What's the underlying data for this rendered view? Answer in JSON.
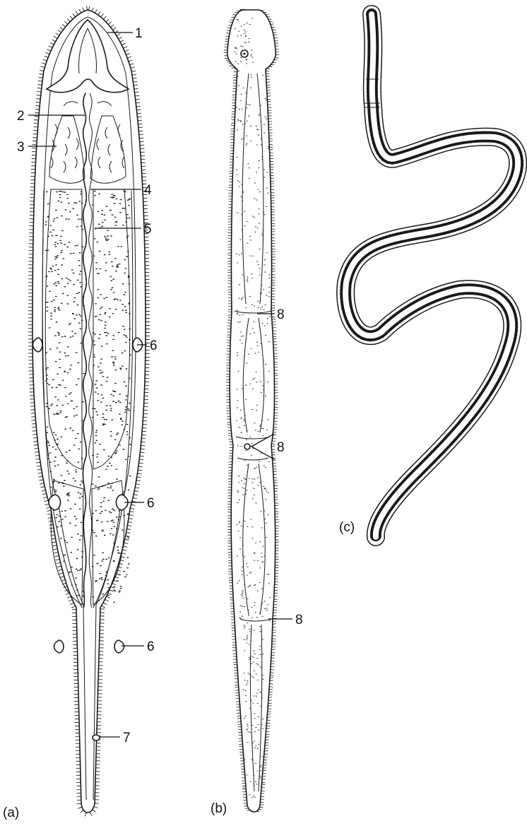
{
  "figure": {
    "panels": [
      {
        "id": "a",
        "label": "(a)"
      },
      {
        "id": "b",
        "label": "(b)"
      },
      {
        "id": "c",
        "label": "(c)"
      }
    ],
    "callouts": {
      "c1": "1",
      "c2": "2",
      "c3": "3",
      "c4": "4",
      "c5": "5",
      "c6a": "6",
      "c6b": "6",
      "c6c": "6",
      "c7": "7",
      "c8a": "8",
      "c8b": "8",
      "c8c": "8"
    }
  }
}
